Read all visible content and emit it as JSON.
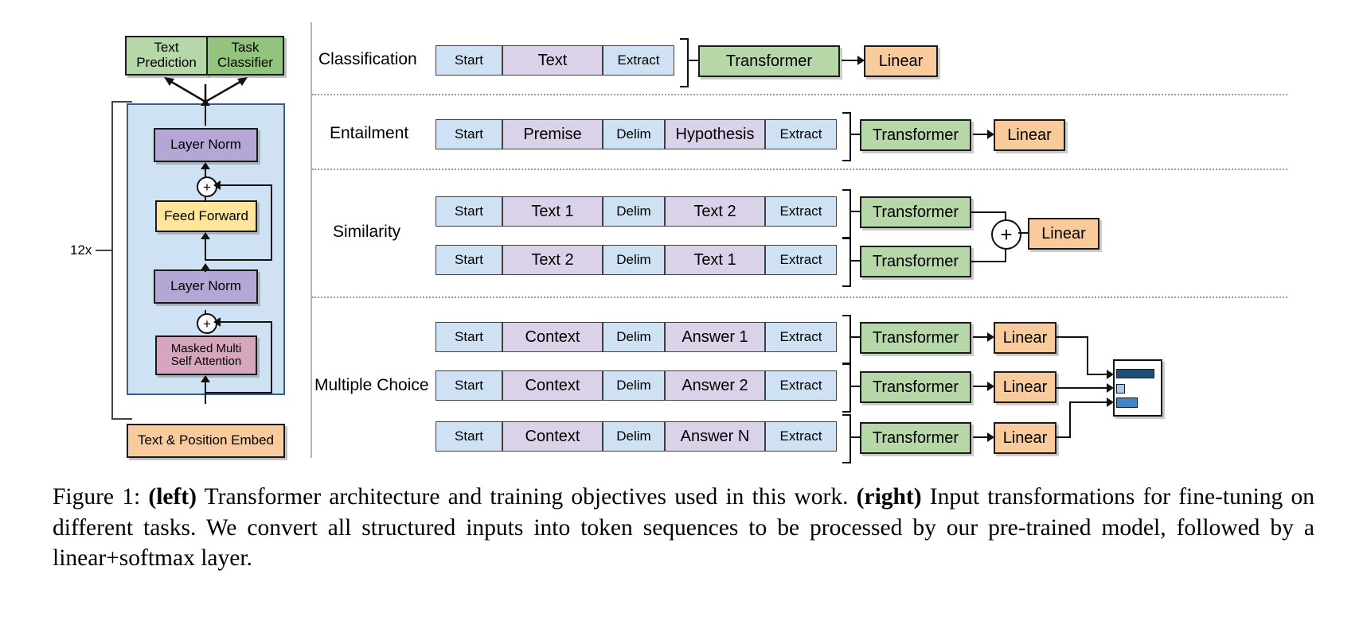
{
  "figure": {
    "caption_label": "Figure 1:",
    "caption_left_tag": "(left)",
    "caption_part1": " Transformer architecture and training objectives used in this work. ",
    "caption_right_tag": "(right)",
    "caption_part2": " Input transformations for fine-tuning on different tasks. We convert all structured inputs into token sequences to be processed by our pre-trained model, followed by a linear+softmax layer."
  },
  "left": {
    "heads": {
      "text_prediction": "Text Prediction",
      "task_classifier": "Task Classifier"
    },
    "repeat_label": "12x",
    "blocks": {
      "layer_norm_top": "Layer Norm",
      "feed_forward": "Feed Forward",
      "layer_norm_bottom": "Layer Norm",
      "attention": "Masked Multi Self Attention",
      "attention_line1": "Masked Multi",
      "attention_line2": "Self Attention",
      "embed": "Text & Position Embed"
    },
    "add_symbol": "+"
  },
  "right": {
    "transformer_label": "Transformer",
    "linear_label": "Linear",
    "plus_symbol": "+",
    "tasks": [
      {
        "name": "Classification",
        "rows": [
          {
            "tokens": [
              {
                "text": "Start",
                "type": "special",
                "w": 84
              },
              {
                "text": "Text",
                "type": "content",
                "w": 126
              },
              {
                "text": "Extract",
                "type": "special",
                "w": 90
              }
            ]
          }
        ]
      },
      {
        "name": "Entailment",
        "rows": [
          {
            "tokens": [
              {
                "text": "Start",
                "type": "special",
                "w": 84
              },
              {
                "text": "Premise",
                "type": "content",
                "w": 126
              },
              {
                "text": "Delim",
                "type": "special",
                "w": 78
              },
              {
                "text": "Hypothesis",
                "type": "content",
                "w": 126
              },
              {
                "text": "Extract",
                "type": "special",
                "w": 90
              }
            ]
          }
        ]
      },
      {
        "name": "Similarity",
        "rows": [
          {
            "tokens": [
              {
                "text": "Start",
                "type": "special",
                "w": 84
              },
              {
                "text": "Text 1",
                "type": "content",
                "w": 126
              },
              {
                "text": "Delim",
                "type": "special",
                "w": 78
              },
              {
                "text": "Text 2",
                "type": "content",
                "w": 126
              },
              {
                "text": "Extract",
                "type": "special",
                "w": 90
              }
            ]
          },
          {
            "tokens": [
              {
                "text": "Start",
                "type": "special",
                "w": 84
              },
              {
                "text": "Text 2",
                "type": "content",
                "w": 126
              },
              {
                "text": "Delim",
                "type": "special",
                "w": 78
              },
              {
                "text": "Text 1",
                "type": "content",
                "w": 126
              },
              {
                "text": "Extract",
                "type": "special",
                "w": 90
              }
            ]
          }
        ]
      },
      {
        "name": "Multiple Choice",
        "rows": [
          {
            "tokens": [
              {
                "text": "Start",
                "type": "special",
                "w": 84
              },
              {
                "text": "Context",
                "type": "content",
                "w": 126
              },
              {
                "text": "Delim",
                "type": "special",
                "w": 78
              },
              {
                "text": "Answer 1",
                "type": "content",
                "w": 126
              },
              {
                "text": "Extract",
                "type": "special",
                "w": 90
              }
            ]
          },
          {
            "tokens": [
              {
                "text": "Start",
                "type": "special",
                "w": 84
              },
              {
                "text": "Context",
                "type": "content",
                "w": 126
              },
              {
                "text": "Delim",
                "type": "special",
                "w": 78
              },
              {
                "text": "Answer 2",
                "type": "content",
                "w": 126
              },
              {
                "text": "Extract",
                "type": "special",
                "w": 90
              }
            ]
          },
          {
            "tokens": [
              {
                "text": "Start",
                "type": "special",
                "w": 84
              },
              {
                "text": "Context",
                "type": "content",
                "w": 126
              },
              {
                "text": "Delim",
                "type": "special",
                "w": 78
              },
              {
                "text": "Answer N",
                "type": "content",
                "w": 126
              },
              {
                "text": "Extract",
                "type": "special",
                "w": 90
              }
            ]
          }
        ]
      }
    ],
    "softmax_bars": [
      {
        "value": 0.78,
        "color": "#1f4e79"
      },
      {
        "value": 0.16,
        "color": "#a9c9e8"
      },
      {
        "value": 0.44,
        "color": "#3d85c8"
      }
    ]
  },
  "colors": {
    "special_token": "#cfe2f3",
    "content_token": "#d9d2e9",
    "transformer": "#b6d7a8",
    "linear": "#f9cb9c",
    "layer_norm": "#b4a7d6",
    "feed_forward": "#ffe599",
    "attention": "#d5a6bd",
    "block_bg": "#cfe2f3",
    "text_prediction": "#b6d7a8",
    "task_classifier": "#93c47d",
    "embed": "#f9cb9c"
  }
}
